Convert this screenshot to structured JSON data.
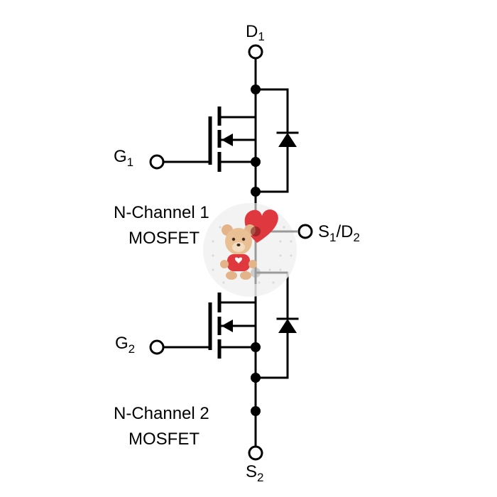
{
  "terminals": {
    "d1": {
      "base": "D",
      "sub": "1"
    },
    "g1": {
      "base": "G",
      "sub": "1"
    },
    "s1d2": {
      "base1": "S",
      "sub1": "1",
      "sep": "/D",
      "sub2": "2"
    },
    "g2": {
      "base": "G",
      "sub": "2"
    },
    "s2": {
      "base": "S",
      "sub": "2"
    }
  },
  "labels": {
    "mosfet1_line1": "N-Channel 1",
    "mosfet1_line2": "MOSFET",
    "mosfet2_line1": "N-Channel 2",
    "mosfet2_line2": "MOSFET"
  },
  "colors": {
    "stroke": "#000000",
    "background": "#ffffff",
    "heart": "#e0383f",
    "bear": "#e3b48a"
  },
  "overlay": {
    "icon": "teddy-bear-with-heart-icon"
  }
}
